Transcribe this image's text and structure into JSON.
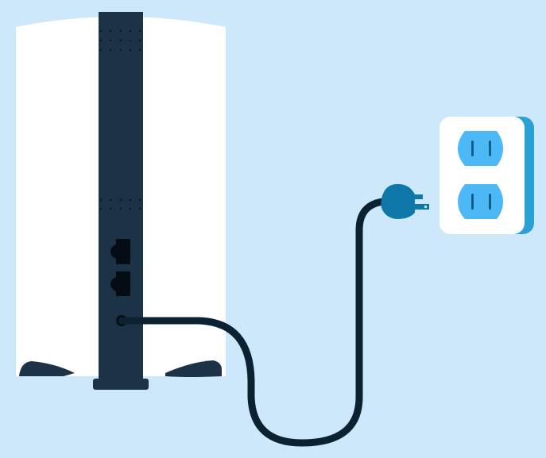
{
  "scene": {
    "subject": "router-plugging-into-wall-outlet",
    "ethernet_port_count": 2,
    "outlet_socket_count": 2
  },
  "colors": {
    "background": "#cde8fb",
    "router_body": "#ffffff",
    "router_panel": "#1b3247",
    "port": "#050d14",
    "cable": "#0c2233",
    "plug": "#0f78a9",
    "outlet_face": "#ffffff",
    "outlet_side": "#2aa0d4",
    "socket": "#4cb9f6",
    "socket_slit": "#0f5e8c"
  }
}
